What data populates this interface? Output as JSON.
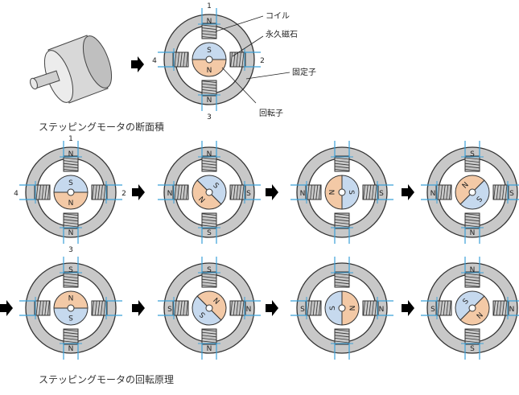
{
  "labels": {
    "coil": "コイル",
    "magnet": "永久磁石",
    "stator": "固定子",
    "rotor": "回転子",
    "caption_section": "ステッピングモータの断面積",
    "caption_principle": "ステッピングモータの回転原理"
  },
  "poles_top_numbers": [
    "1",
    "2",
    "3",
    "4"
  ],
  "colors": {
    "stator": "#c8c8c8",
    "north": "#f3c9a6",
    "south": "#c6d9ee",
    "coil_line": "#3aa0d8",
    "arrow": "#000000"
  },
  "steps": [
    {
      "angle": 0,
      "poles": [
        "N",
        "",
        "N",
        ""
      ],
      "rotor_n": "N",
      "rotor_s": "S"
    },
    {
      "angle": 45,
      "poles": [
        "N",
        "S",
        "S",
        "N"
      ],
      "rotor_n": "N",
      "rotor_s": "S"
    },
    {
      "angle": 90,
      "poles": [
        "",
        "S",
        "",
        "N"
      ],
      "rotor_n": "N",
      "rotor_s": "S"
    },
    {
      "angle": 135,
      "poles": [
        "S",
        "S",
        "N",
        "N"
      ],
      "rotor_n": "N",
      "rotor_s": "S"
    },
    {
      "angle": 180,
      "poles": [
        "S",
        "",
        "N",
        ""
      ],
      "rotor_n": "N",
      "rotor_s": "S"
    },
    {
      "angle": 225,
      "poles": [
        "S",
        "N",
        "N",
        "S"
      ],
      "rotor_n": "N",
      "rotor_s": "S"
    },
    {
      "angle": 270,
      "poles": [
        "",
        "N",
        "",
        "S"
      ],
      "rotor_n": "N",
      "rotor_s": "S"
    },
    {
      "angle": 315,
      "poles": [
        "N",
        "N",
        "S",
        "S"
      ],
      "rotor_n": "N",
      "rotor_s": "S"
    }
  ]
}
